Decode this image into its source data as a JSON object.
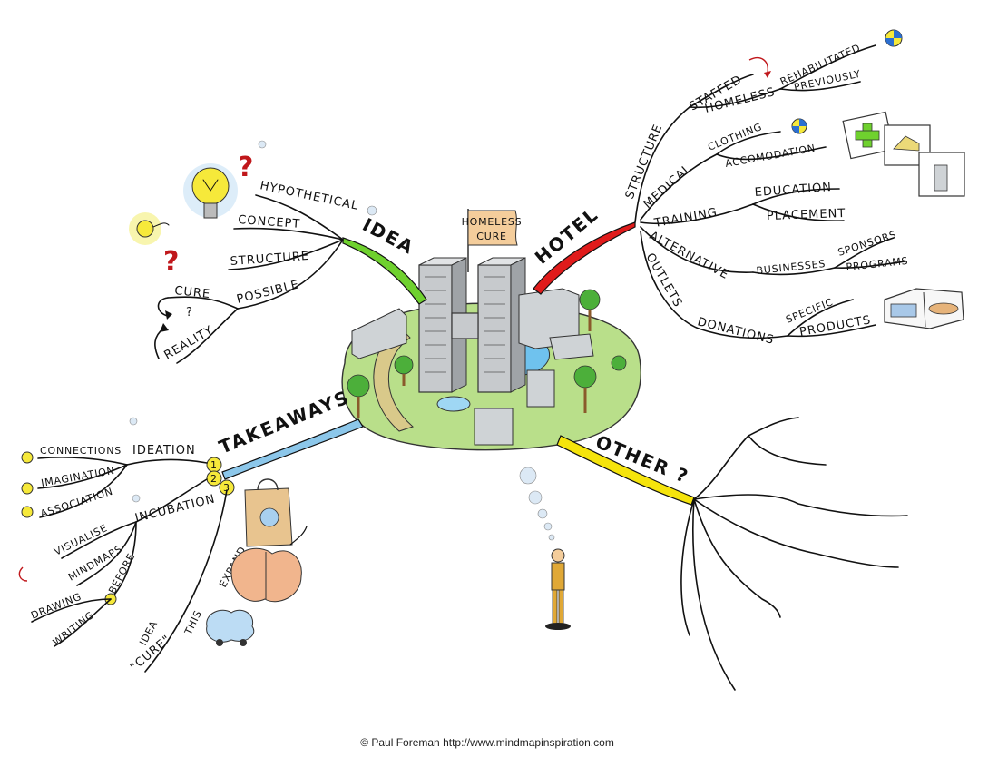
{
  "credit": "© Paul Foreman http://www.mindmapinspiration.com",
  "center": {
    "flag_line1": "HOMELESS",
    "flag_line2": "CURE"
  },
  "branches": {
    "idea": {
      "label": "IDEA",
      "color": "#6fd12e",
      "items": [
        "HYPOTHETICAL",
        "CONCEPT",
        "STRUCTURE",
        "POSSIBLE"
      ],
      "cycle": [
        "CURE",
        "?",
        "REALITY"
      ],
      "marks": [
        "?",
        "?"
      ]
    },
    "hotel": {
      "label": "HOTEL",
      "color": "#e01b1b",
      "structure": "STRUCTURE",
      "staffed": "STAFFED",
      "homeless": "HOMELESS",
      "rehabilitated": "REHABILITATED",
      "previously": "PREVIOUSLY",
      "medical": "MEDICAL",
      "clothing": "CLOTHING",
      "accomodation": "ACCOMODATION",
      "training": "TRAINING",
      "education": "EDUCATION",
      "placement": "PLACEMENT",
      "alternative": "ALTERNATIVE",
      "businesses": "BUSINESSES",
      "sponsors": "SPONSORS",
      "programs": "PROGRAMS",
      "outlets": "OUTLETS",
      "donations": "DONATIONS",
      "specific": "SPECIFIC",
      "products": "PRODUCTS"
    },
    "takeaways": {
      "label": "TAKEAWAYS",
      "color": "#8cc7ea",
      "ideation": "IDEATION",
      "ideation_items": [
        "CONNECTIONS",
        "IMAGINATION",
        "ASSOCIATION"
      ],
      "incubation": "INCUBATION",
      "visualise": "VISUALISE",
      "mindmaps": "MINDMAPS",
      "before": "BEFORE",
      "drawing": "DRAWING",
      "writing": "WRITING",
      "expand": "EXPAND",
      "this": "THIS",
      "idea": "IDEA",
      "cure": "\"CURE\"",
      "numbers": [
        "1",
        "2",
        "3"
      ]
    },
    "other": {
      "label": "OTHER ?",
      "color": "#f5e40c"
    }
  }
}
